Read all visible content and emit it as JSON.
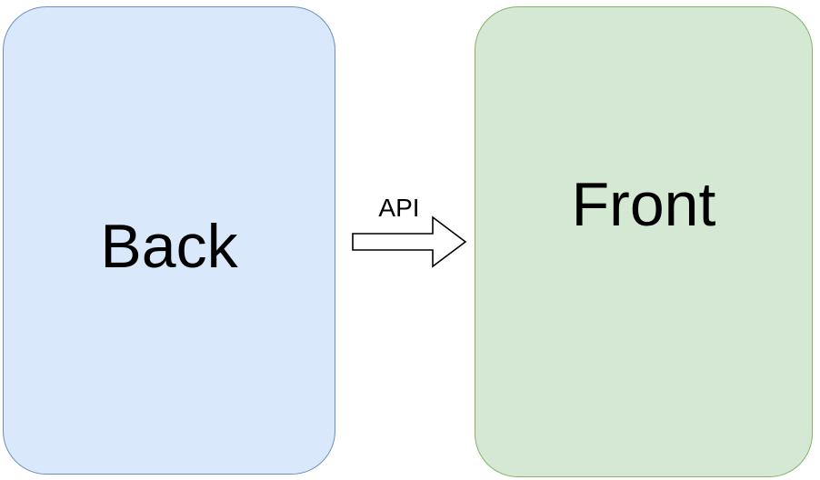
{
  "diagram": {
    "back": {
      "label": "Back",
      "fill": "#dae8fc",
      "stroke": "#6c8ebf"
    },
    "front": {
      "label": "Front",
      "fill": "#d5e8d4",
      "stroke": "#82b366"
    },
    "connector": {
      "label": "API",
      "icon": "right-arrow-icon",
      "stroke": "#000000",
      "fill": "#ffffff"
    }
  }
}
